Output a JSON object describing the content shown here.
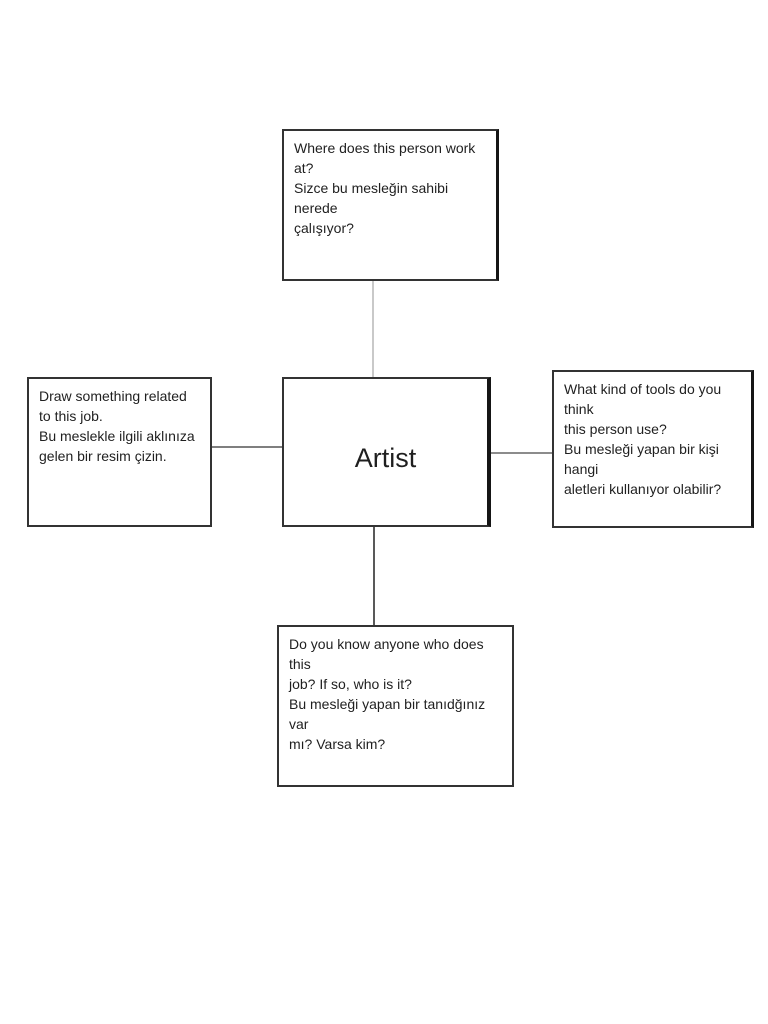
{
  "page": {
    "background": "#ffffff"
  },
  "diagram": {
    "center": {
      "label": "Artist"
    },
    "top": {
      "en": "Where does this person work at?",
      "tr": "Sizce bu mesleğin sahibi nerede\nçalışıyor?"
    },
    "left": {
      "en": "Draw something related\nto this job.",
      "tr": "Bu meslekle ilgili aklınıza\ngelen bir resim çizin."
    },
    "right": {
      "en": "What kind of tools do you think\nthis person use?",
      "tr": "Bu mesleği yapan bir kişi hangi\naletleri kullanıyor olabilir?"
    },
    "bottom": {
      "en": "Do you know anyone who does this\njob? If so, who is it?",
      "tr": "Bu mesleği yapan bir tanıdğınız var\nmı? Varsa kim?"
    },
    "colors": {
      "box_border": "#333333",
      "box_shadow_edge": "#151515",
      "connector_top": "#c9c9c9",
      "connector_bottom": "#595959",
      "connector_left": "#7f7f7f",
      "connector_right": "#8c8c8c",
      "text": "#1f1f1f"
    }
  }
}
